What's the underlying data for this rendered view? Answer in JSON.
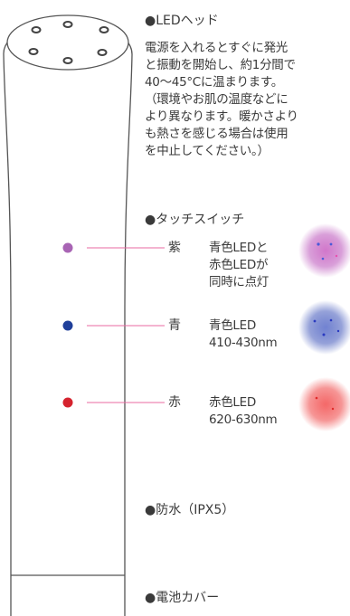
{
  "led_head": {
    "title": "●LEDヘッド",
    "description": "電源を入れるとすぐに発光\nと振動を開始し、約1分間で\n40〜45°Cに温まります。\n（環境やお肌の温度などに\nより異なります。暖かさより\nも熱さを感じる場合は使用\nを中止してください。）"
  },
  "touch_switch": {
    "title": "●タッチスイッチ",
    "buttons": [
      {
        "label": "紫",
        "description": "青色LEDと\n赤色LEDが\n同時に点灯",
        "dot_color": "#a864b4",
        "glow_color": "#c86cc4"
      },
      {
        "label": "青",
        "description": "青色LED\n410-430nm",
        "dot_color": "#1f3f9a",
        "glow_color": "#5a6ec8"
      },
      {
        "label": "赤",
        "description": "赤色LED\n620-630nm",
        "dot_color": "#d5232e",
        "glow_color": "#f05a5a"
      }
    ]
  },
  "waterproof": {
    "title": "●防水（IPX5）"
  },
  "battery_cover": {
    "title": "●電池カバー"
  },
  "colors": {
    "line": "#e86aa0",
    "outline": "#555555"
  }
}
